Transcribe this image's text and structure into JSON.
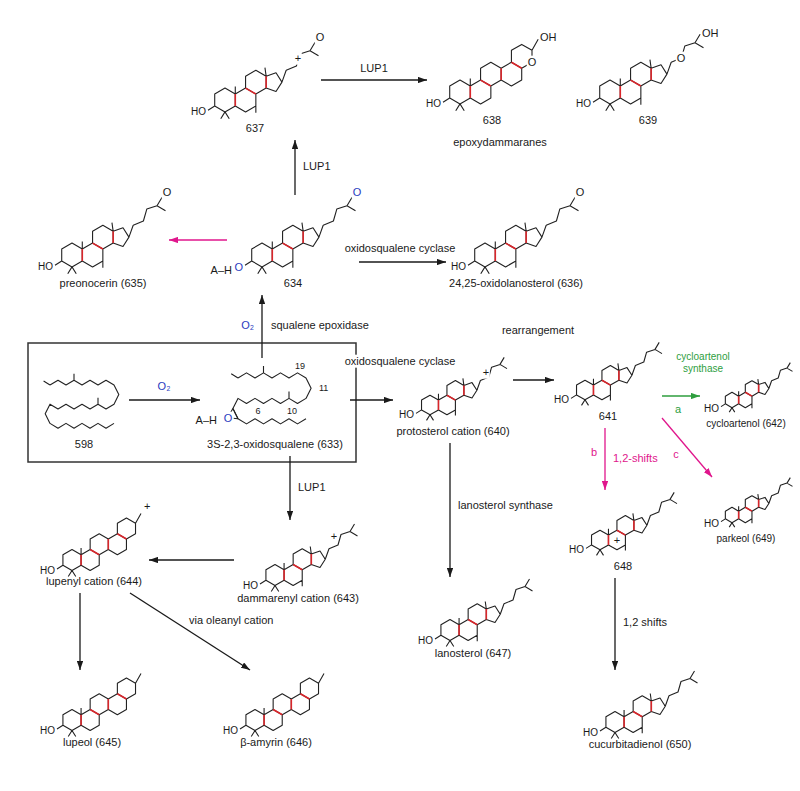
{
  "diagram": {
    "nodes": [
      {
        "text": [
          "637"
        ]
      },
      {
        "text": [
          "638"
        ]
      },
      {
        "text": [
          "639"
        ]
      },
      {
        "text": [
          "preonocerin (635)"
        ]
      },
      {
        "text": [
          "634"
        ]
      },
      {
        "text": [
          "24,25-oxidolanosterol (636)"
        ]
      },
      {
        "text": [
          "598"
        ]
      },
      {
        "text": [
          "3S-2,3-oxidosqualene (633)"
        ]
      },
      {
        "text": [
          "protosterol cation (640)"
        ]
      },
      {
        "text": [
          "641"
        ]
      },
      {
        "text": [
          "cycloartenol (642)"
        ]
      },
      {
        "text": [
          "lupenyl cation (644)"
        ]
      },
      {
        "text": [
          "648"
        ]
      },
      {
        "text": [
          "parkeol (649)"
        ]
      },
      {
        "text": [
          "dammarenyl cation (643)"
        ]
      },
      {
        "text": [
          "lanosterol (647)"
        ]
      },
      {
        "text": [
          "lupeol (645)"
        ]
      },
      {
        "text": [
          "β-amyrin (646)"
        ]
      },
      {
        "text": [
          "cucurbitadienol (650)"
        ]
      }
    ],
    "edges": [
      {
        "from": 6,
        "to": 7,
        "arrow": "to",
        "label": "O₂"
      },
      {
        "from": 7,
        "to": 4,
        "arrow": "to",
        "label": "squalene epoxidase"
      },
      {
        "from": 4,
        "to": 0,
        "arrow": "to",
        "label": "LUP1"
      },
      {
        "from": 0,
        "to": 1,
        "arrow": "to",
        "label": "LUP1"
      },
      {
        "from": 4,
        "to": 3,
        "arrow": "to"
      },
      {
        "from": 4,
        "to": 5,
        "arrow": "to",
        "label": "oxidosqualene cyclase"
      },
      {
        "from": 7,
        "to": 8,
        "arrow": "to",
        "label": "oxidosqualene cyclase"
      },
      {
        "from": 8,
        "to": 9,
        "arrow": "to",
        "label": "rearrangement"
      },
      {
        "from": 9,
        "to": 10,
        "arrow": "to",
        "label": "cycloartenol synthase"
      },
      {
        "from": 9,
        "to": 12,
        "arrow": "to",
        "label": "1,2-shifts"
      },
      {
        "from": 9,
        "to": 13,
        "arrow": "to"
      },
      {
        "from": 12,
        "to": 18,
        "arrow": "to",
        "label": "1,2 shifts"
      },
      {
        "from": 8,
        "to": 15,
        "arrow": "to",
        "label": "lanosterol synthase"
      },
      {
        "from": 7,
        "to": 14,
        "arrow": "to",
        "label": "LUP1"
      },
      {
        "from": 14,
        "to": 11,
        "arrow": "to"
      },
      {
        "from": 11,
        "to": 16,
        "arrow": "to"
      },
      {
        "from": 11,
        "to": 17,
        "arrow": "to",
        "label": "via oleanyl cation"
      }
    ],
    "labels": [
      "epoxydammaranes",
      "O₂",
      "A–H",
      "A–H",
      "a",
      "b",
      "c",
      "19",
      "11",
      "10",
      "6",
      "O",
      "O",
      "O",
      "O",
      "O",
      "O",
      "O",
      "OH",
      "O",
      "OH",
      "+",
      "+",
      "+",
      "+",
      "+",
      "HO",
      "HO",
      "HO",
      "HO",
      "HO",
      "HO",
      "HO",
      "HO",
      "HO",
      "HO",
      "HO",
      "HO",
      "HO",
      "HO",
      "HO",
      "HO"
    ]
  }
}
